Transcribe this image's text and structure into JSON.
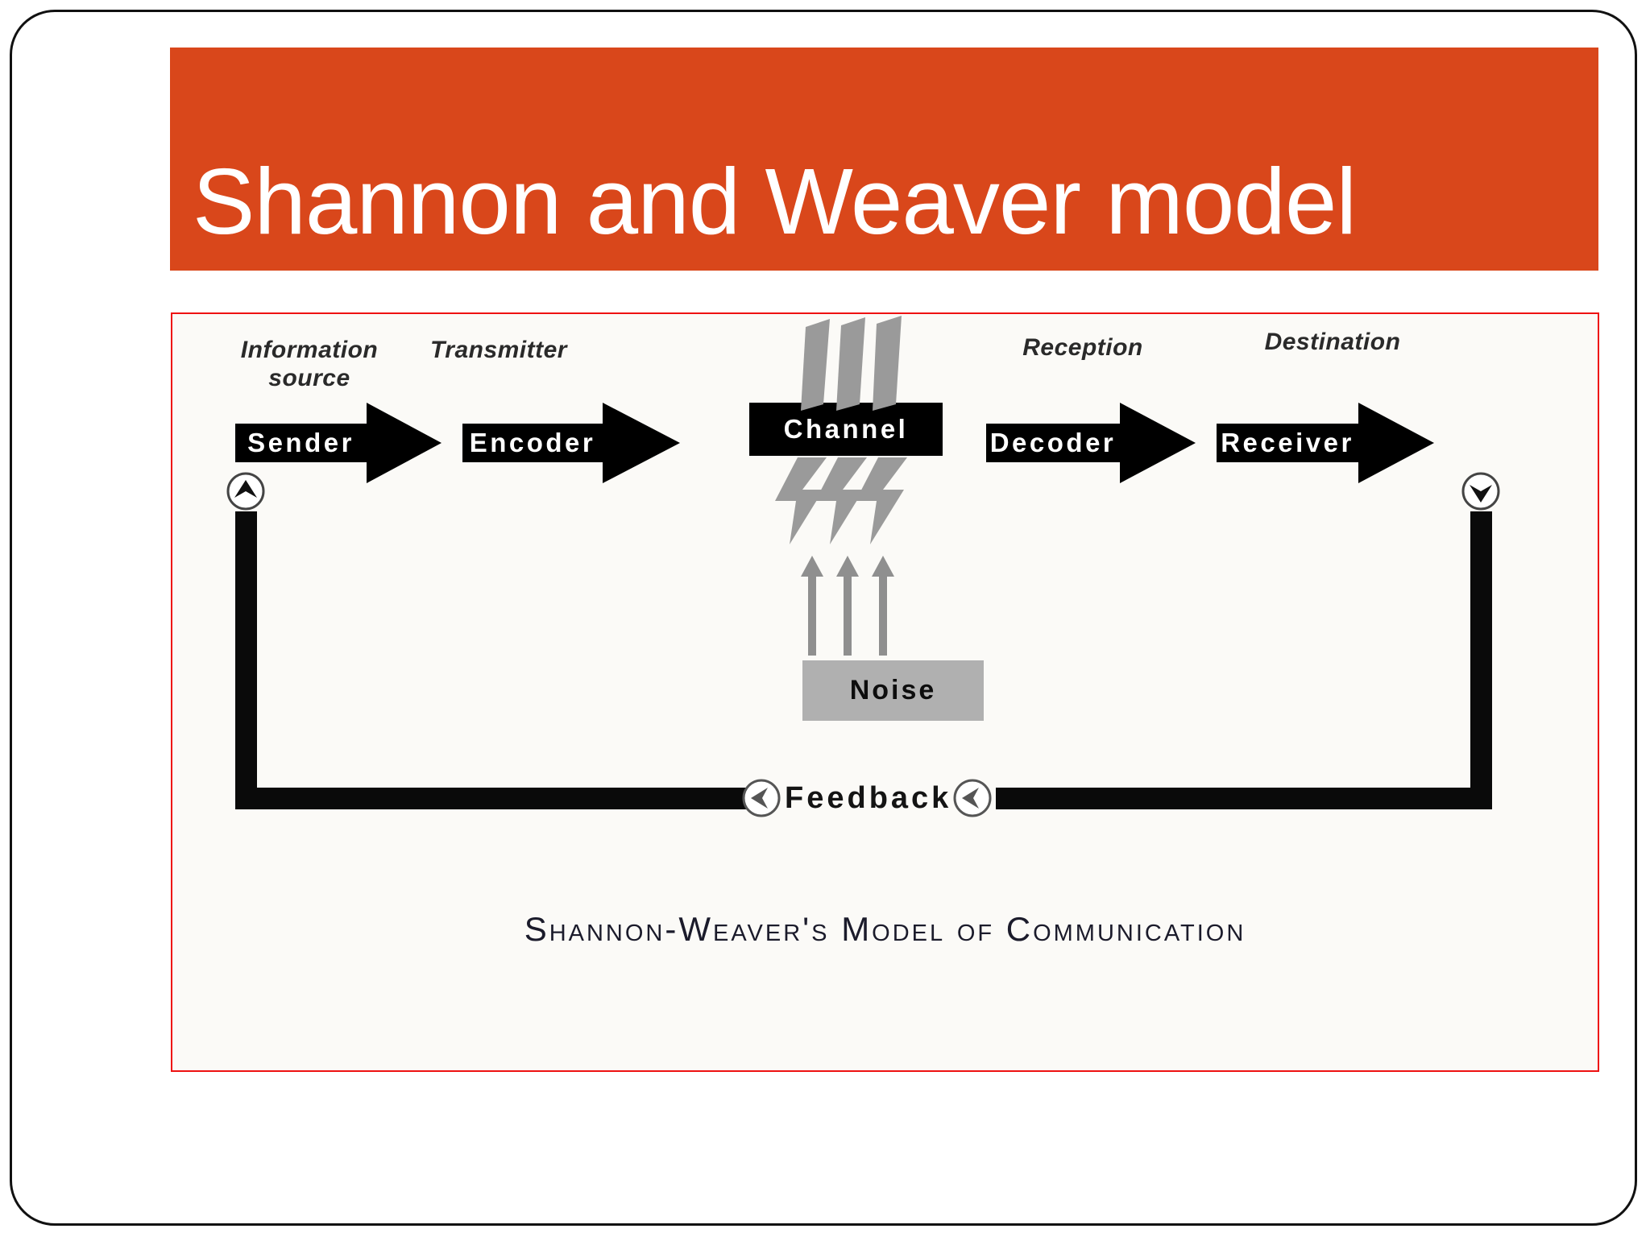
{
  "slide": {
    "title": "Shannon and Weaver model",
    "accent_color": "#D9471B",
    "border_color": "#111111",
    "background_color": "#ffffff"
  },
  "diagram": {
    "panel_border_color": "#ee1111",
    "panel_background_color": "#fbfaf7",
    "caption": "Shannon-Weaver's Model of Communication",
    "stage_labels": [
      {
        "id": "information-source",
        "text": "Information\nsource"
      },
      {
        "id": "transmitter",
        "text": "Transmitter"
      },
      {
        "id": "reception",
        "text": "Reception"
      },
      {
        "id": "destination",
        "text": "Destination"
      }
    ],
    "blocks": [
      {
        "id": "sender",
        "label": "Sender",
        "shape": "block-arrow",
        "fill": "#000000",
        "text_color": "#ffffff"
      },
      {
        "id": "encoder",
        "label": "Encoder",
        "shape": "block-arrow",
        "fill": "#000000",
        "text_color": "#ffffff"
      },
      {
        "id": "channel",
        "label": "Channel",
        "shape": "rectangle",
        "fill": "#000000",
        "text_color": "#ffffff"
      },
      {
        "id": "decoder",
        "label": "Decoder",
        "shape": "block-arrow",
        "fill": "#000000",
        "text_color": "#ffffff"
      },
      {
        "id": "receiver",
        "label": "Receiver",
        "shape": "block-arrow",
        "fill": "#000000",
        "text_color": "#ffffff"
      }
    ],
    "noise": {
      "label": "Noise",
      "box_fill": "#b0b0b0",
      "text_color": "#0d0d0d",
      "bolt_color": "#9a9a9a",
      "bolt_count": 6,
      "uparrow_count": 3
    },
    "feedback": {
      "label": "Feedback",
      "line_color": "#0a0a0a",
      "marker_left_icon": "chevron-up-circle-icon",
      "marker_right_icon": "chevron-down-circle-icon",
      "marker_inline_left_icon": "chevron-left-circle-icon",
      "marker_inline_right_icon": "chevron-left-circle-icon"
    }
  }
}
